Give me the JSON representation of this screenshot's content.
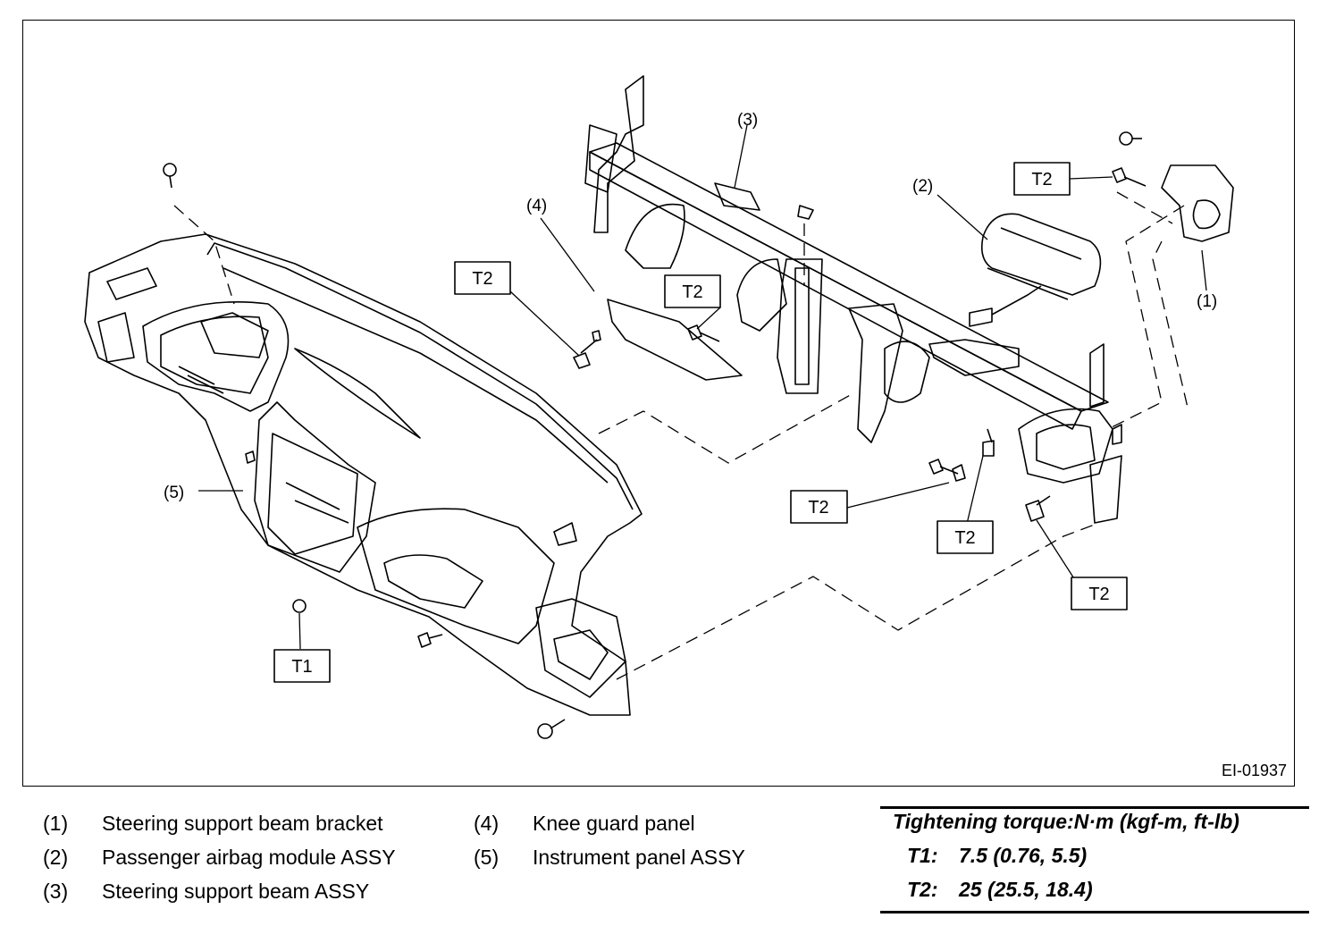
{
  "figure": {
    "id": "EI-01937",
    "callouts": [
      "(1)",
      "(2)",
      "(3)",
      "(4)",
      "(5)"
    ],
    "torque_tags": [
      "T1",
      "T2"
    ]
  },
  "legend": [
    {
      "num": "(1)",
      "label": "Steering support beam bracket"
    },
    {
      "num": "(2)",
      "label": "Passenger airbag module ASSY"
    },
    {
      "num": "(3)",
      "label": "Steering support beam ASSY"
    },
    {
      "num": "(4)",
      "label": "Knee guard panel"
    },
    {
      "num": "(5)",
      "label": "Instrument panel ASSY"
    }
  ],
  "torque": {
    "title": "Tightening torque:N·m (kgf-m, ft-lb)",
    "rows": [
      {
        "key": "T1:",
        "value": "7.5 (0.76, 5.5)"
      },
      {
        "key": "T2:",
        "value": "25 (25.5, 18.4)"
      }
    ]
  }
}
